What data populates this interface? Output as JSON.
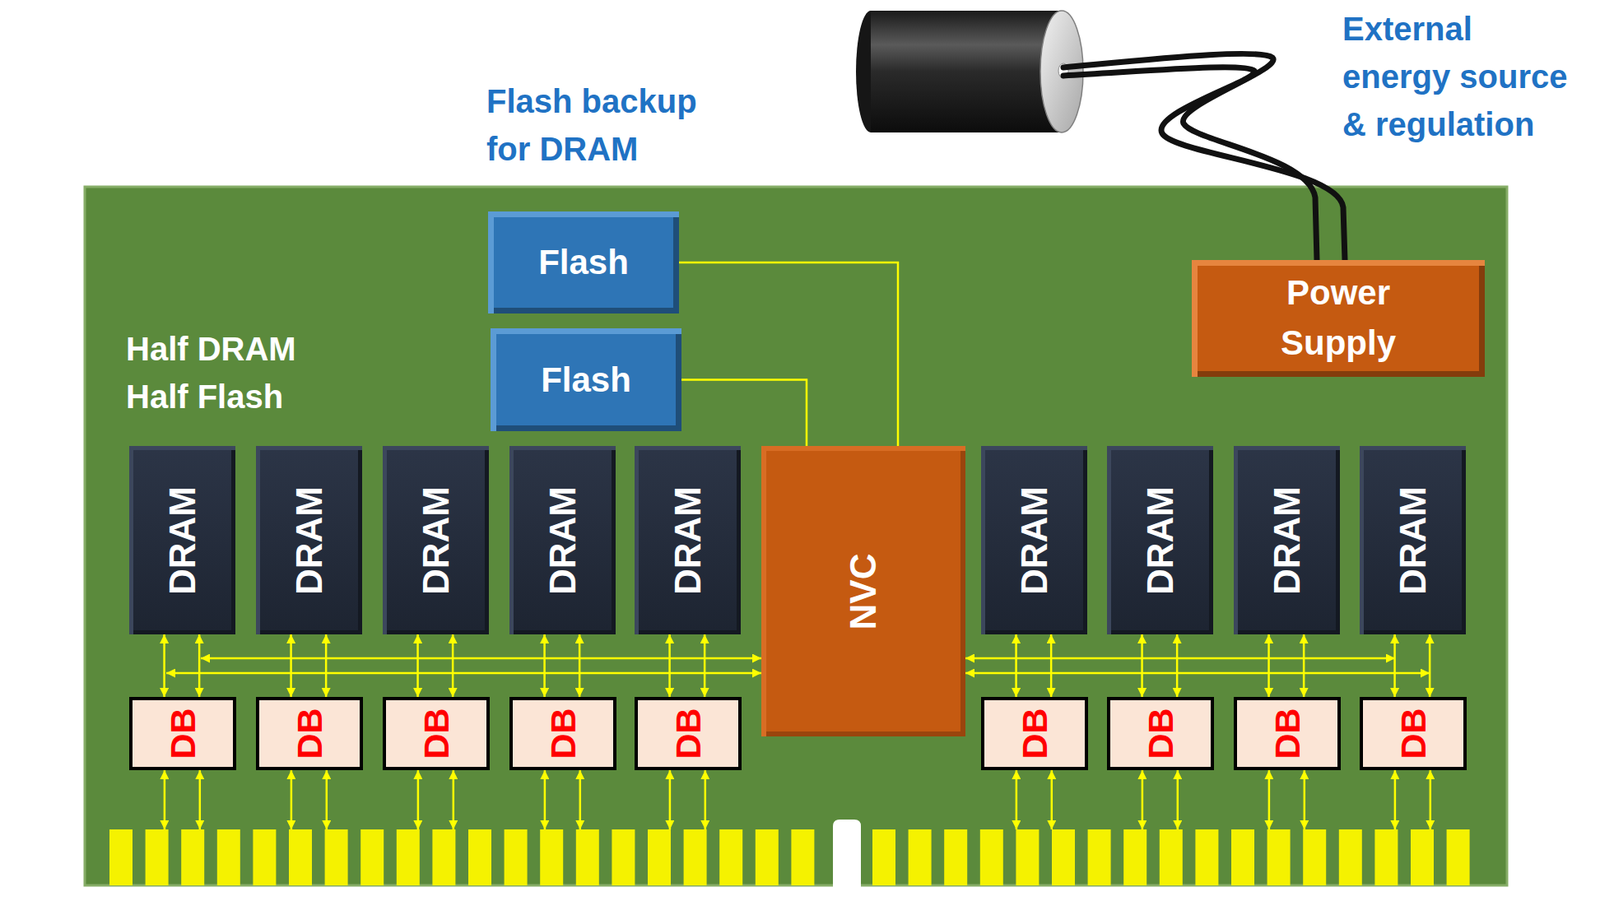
{
  "diagram": {
    "nodes": [
      {
        "text": [
          "Flash"
        ]
      },
      {
        "text": [
          "Flash"
        ]
      },
      {
        "text": [
          "Power Supply"
        ]
      },
      {
        "text": [
          "DRAM"
        ]
      },
      {
        "text": [
          "DRAM"
        ]
      },
      {
        "text": [
          "DRAM"
        ]
      },
      {
        "text": [
          "DRAM"
        ]
      },
      {
        "text": [
          "DRAM"
        ]
      },
      {
        "text": [
          "NVC"
        ]
      },
      {
        "text": [
          "DRAM"
        ]
      },
      {
        "text": [
          "DRAM"
        ]
      },
      {
        "text": [
          "DRAM"
        ]
      },
      {
        "text": [
          "DRAM"
        ]
      },
      {
        "text": [
          "DB"
        ]
      },
      {
        "text": [
          "DB"
        ]
      },
      {
        "text": [
          "DB"
        ]
      },
      {
        "text": [
          "DB"
        ]
      },
      {
        "text": [
          "DB"
        ]
      },
      {
        "text": [
          "DB"
        ]
      },
      {
        "text": [
          "DB"
        ]
      },
      {
        "text": [
          "DB"
        ]
      },
      {
        "text": [
          "DB"
        ]
      }
    ],
    "edges": [
      {
        "from": 0,
        "to": 8,
        "arrow": "none"
      },
      {
        "from": 1,
        "to": 8,
        "arrow": "none"
      },
      {
        "from": 3,
        "to": 13,
        "arrow": "both"
      },
      {
        "from": 3,
        "to": 13,
        "arrow": "both"
      },
      {
        "from": 4,
        "to": 14,
        "arrow": "both"
      },
      {
        "from": 4,
        "to": 14,
        "arrow": "both"
      },
      {
        "from": 5,
        "to": 15,
        "arrow": "both"
      },
      {
        "from": 5,
        "to": 15,
        "arrow": "both"
      },
      {
        "from": 6,
        "to": 16,
        "arrow": "both"
      },
      {
        "from": 6,
        "to": 16,
        "arrow": "both"
      },
      {
        "from": 7,
        "to": 17,
        "arrow": "both"
      },
      {
        "from": 7,
        "to": 17,
        "arrow": "both"
      },
      {
        "from": 9,
        "to": 18,
        "arrow": "both"
      },
      {
        "from": 9,
        "to": 18,
        "arrow": "both"
      },
      {
        "from": 10,
        "to": 19,
        "arrow": "both"
      },
      {
        "from": 10,
        "to": 19,
        "arrow": "both"
      },
      {
        "from": 11,
        "to": 20,
        "arrow": "both"
      },
      {
        "from": 11,
        "to": 20,
        "arrow": "both"
      },
      {
        "from": 12,
        "to": 21,
        "arrow": "both"
      },
      {
        "from": 12,
        "to": 21,
        "arrow": "both"
      }
    ],
    "labels": [
      "Flash backup for DRAM",
      "External energy source & regulation",
      "Half DRAM Half Flash"
    ]
  }
}
